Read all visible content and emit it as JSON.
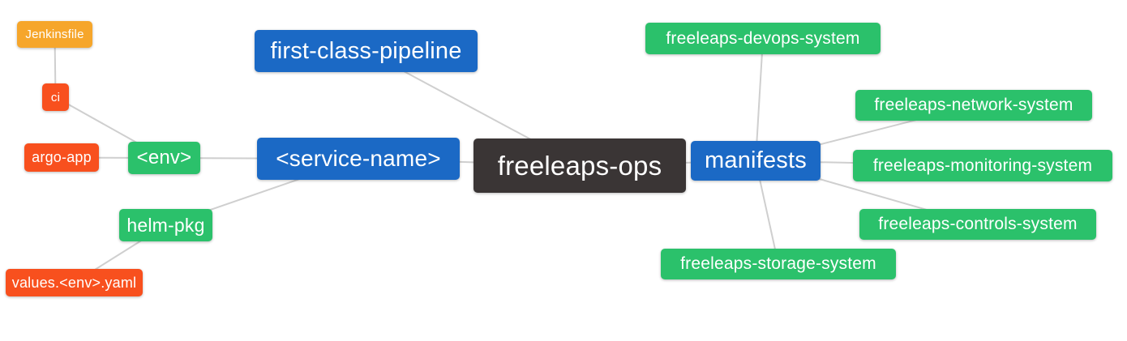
{
  "diagram": {
    "type": "mindmap",
    "root_id": "freeleaps-ops",
    "background": "#ffffff",
    "text_color": "#ffffff",
    "edge_color": "#cfcfcf",
    "palette": {
      "blue": "#1b69c5",
      "green": "#2bc16b",
      "orange": "#f6a62b",
      "red": "#f8501e",
      "dark": "#3a3535"
    },
    "nodes": [
      {
        "id": "jenkinsfile",
        "label": "Jenkinsfile",
        "color": "orange"
      },
      {
        "id": "ci",
        "label": "ci",
        "color": "red"
      },
      {
        "id": "argo-app",
        "label": "argo-app",
        "color": "red"
      },
      {
        "id": "env",
        "label": "<env>",
        "color": "green"
      },
      {
        "id": "helm-pkg",
        "label": "helm-pkg",
        "color": "green"
      },
      {
        "id": "values-env-yaml",
        "label": "values.<env>.yaml",
        "color": "red"
      },
      {
        "id": "first-class-pipeline",
        "label": "first-class-pipeline",
        "color": "blue"
      },
      {
        "id": "service-name",
        "label": "<service-name>",
        "color": "blue"
      },
      {
        "id": "freeleaps-ops",
        "label": "freeleaps-ops",
        "color": "dark"
      },
      {
        "id": "manifests",
        "label": "manifests",
        "color": "blue"
      },
      {
        "id": "freeleaps-devops-system",
        "label": "freeleaps-devops-system",
        "color": "green"
      },
      {
        "id": "freeleaps-network-system",
        "label": "freeleaps-network-system",
        "color": "green"
      },
      {
        "id": "freeleaps-monitoring-system",
        "label": "freeleaps-monitoring-system",
        "color": "green"
      },
      {
        "id": "freeleaps-controls-system",
        "label": "freeleaps-controls-system",
        "color": "green"
      },
      {
        "id": "freeleaps-storage-system",
        "label": "freeleaps-storage-system",
        "color": "green"
      }
    ],
    "edges": [
      [
        "jenkinsfile",
        "ci"
      ],
      [
        "ci",
        "env"
      ],
      [
        "argo-app",
        "env"
      ],
      [
        "env",
        "service-name"
      ],
      [
        "helm-pkg",
        "service-name"
      ],
      [
        "helm-pkg",
        "values-env-yaml"
      ],
      [
        "service-name",
        "freeleaps-ops"
      ],
      [
        "first-class-pipeline",
        "freeleaps-ops"
      ],
      [
        "freeleaps-ops",
        "manifests"
      ],
      [
        "manifests",
        "freeleaps-devops-system"
      ],
      [
        "manifests",
        "freeleaps-network-system"
      ],
      [
        "manifests",
        "freeleaps-monitoring-system"
      ],
      [
        "manifests",
        "freeleaps-controls-system"
      ],
      [
        "manifests",
        "freeleaps-storage-system"
      ]
    ]
  }
}
